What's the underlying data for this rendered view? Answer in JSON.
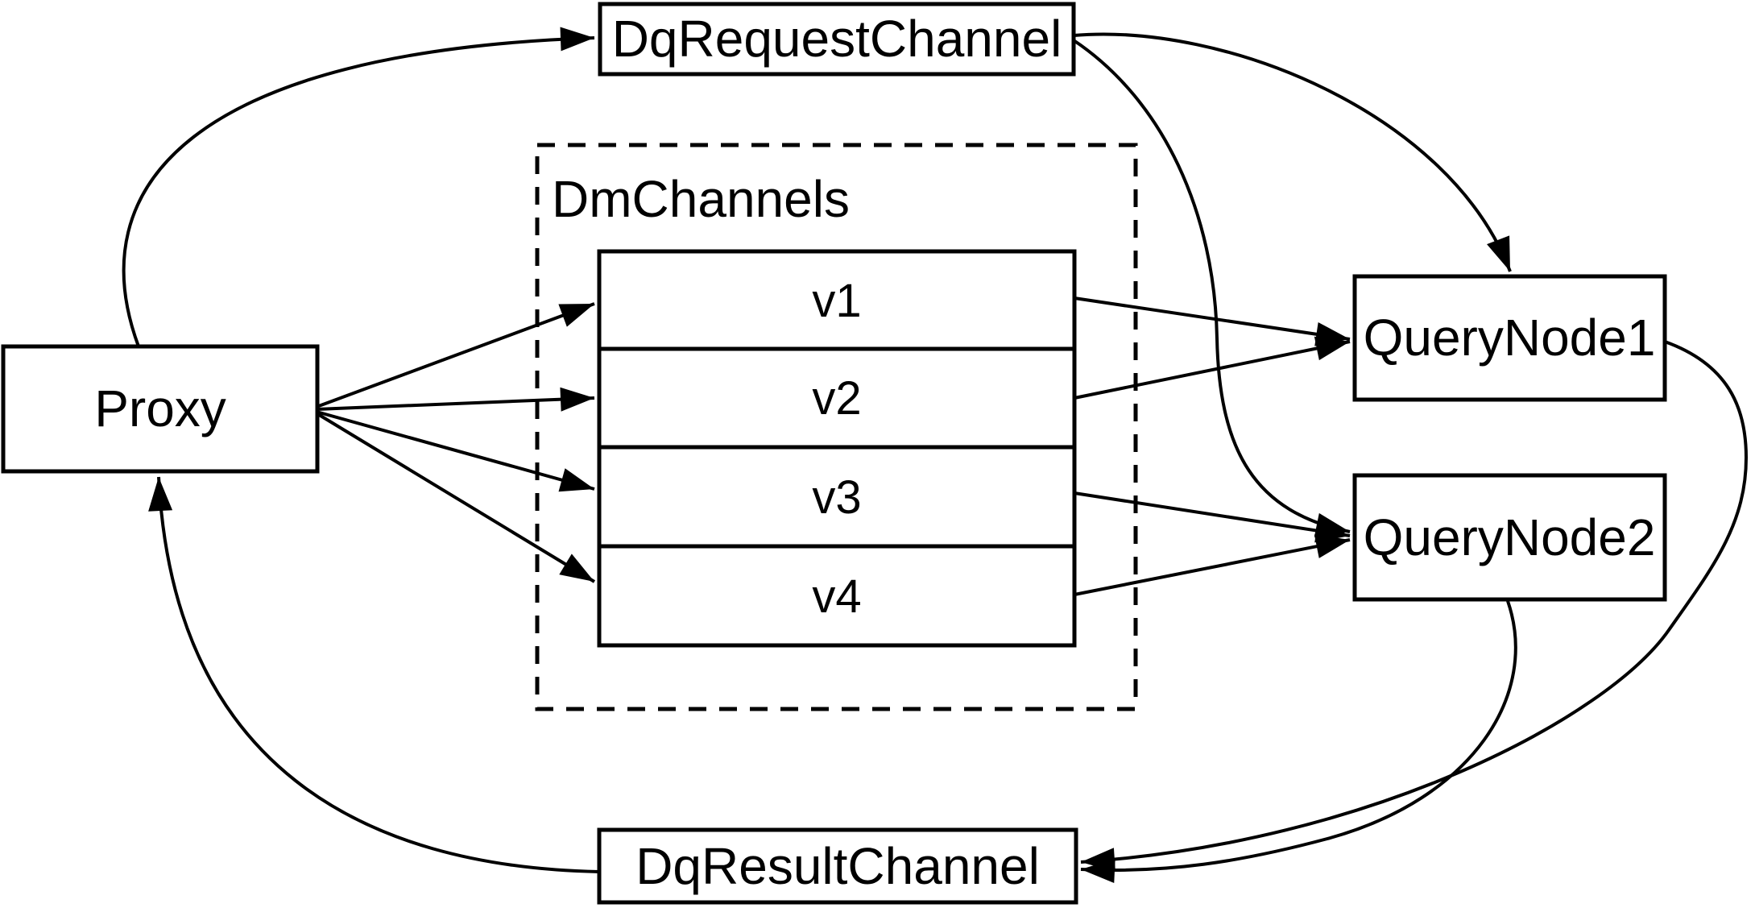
{
  "diagram": {
    "background_color": "#ffffff",
    "line_color": "#000000",
    "nodes": {
      "proxy": {
        "label": "Proxy"
      },
      "dq_request_channel": {
        "label": "DqRequestChannel"
      },
      "dm_channels_group": {
        "label": "DmChannels"
      },
      "channels": [
        {
          "label": "v1"
        },
        {
          "label": "v2"
        },
        {
          "label": "v3"
        },
        {
          "label": "v4"
        }
      ],
      "query_node_1": {
        "label": "QueryNode1"
      },
      "query_node_2": {
        "label": "QueryNode2"
      },
      "dq_result_channel": {
        "label": "DqResultChannel"
      }
    },
    "edges": [
      {
        "from": "Proxy",
        "to": "DqRequestChannel"
      },
      {
        "from": "Proxy",
        "to": "v1"
      },
      {
        "from": "Proxy",
        "to": "v2"
      },
      {
        "from": "Proxy",
        "to": "v3"
      },
      {
        "from": "Proxy",
        "to": "v4"
      },
      {
        "from": "v1",
        "to": "QueryNode1"
      },
      {
        "from": "v2",
        "to": "QueryNode1"
      },
      {
        "from": "v3",
        "to": "QueryNode2"
      },
      {
        "from": "v4",
        "to": "QueryNode2"
      },
      {
        "from": "DqRequestChannel",
        "to": "QueryNode1"
      },
      {
        "from": "DqRequestChannel",
        "to": "QueryNode2"
      },
      {
        "from": "QueryNode1",
        "to": "DqResultChannel"
      },
      {
        "from": "QueryNode2",
        "to": "DqResultChannel"
      },
      {
        "from": "DqResultChannel",
        "to": "Proxy"
      }
    ]
  }
}
